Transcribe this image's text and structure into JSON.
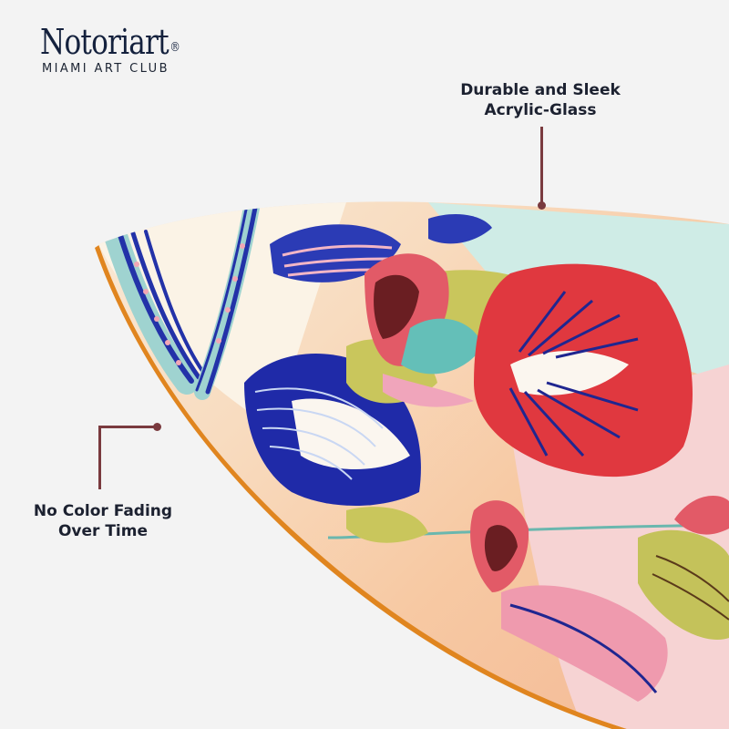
{
  "brand": {
    "name": "Notoriart",
    "registered_mark": "®",
    "tagline": "MIAMI ART CLUB"
  },
  "product": {
    "description": "Surfboard-shaped acrylic-glass wall art with tropical orchid illustration",
    "colors": {
      "background": "#f3f3f3",
      "callout_line": "#7a3a3e",
      "text": "#1c2130",
      "edge": "#e0851f"
    }
  },
  "callouts": [
    {
      "id": "durable",
      "line1": "Durable and Sleek",
      "line2": "Acrylic-Glass"
    },
    {
      "id": "fading",
      "line1": "No Color Fading",
      "line2": "Over Time"
    }
  ]
}
